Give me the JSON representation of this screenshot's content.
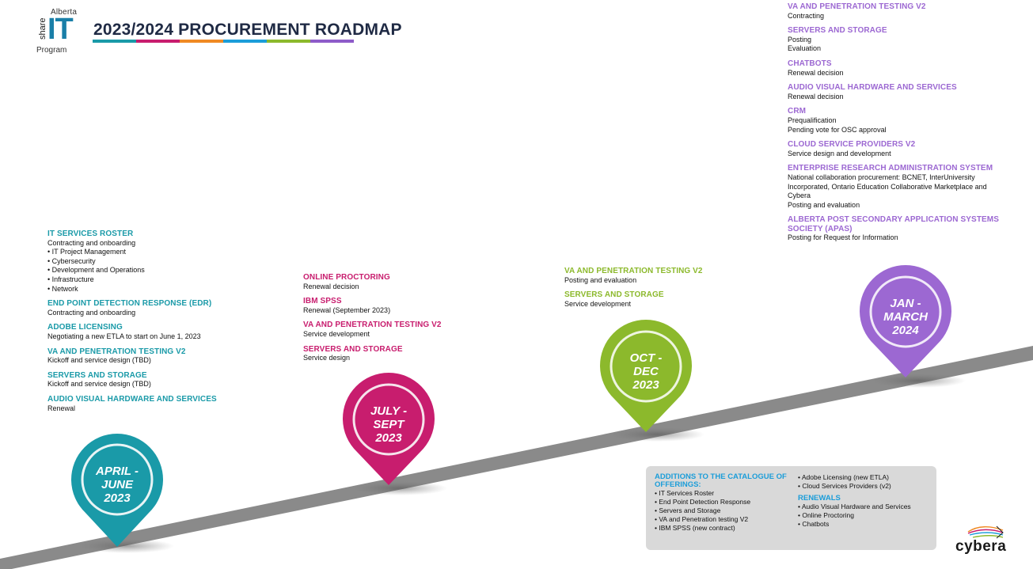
{
  "logo": {
    "top": "Alberta",
    "side": "share",
    "main": "IT",
    "bottom": "Program"
  },
  "title": "2023/2024 PROCUREMENT ROADMAP",
  "title_bar_colors": [
    "#1a9aa8",
    "#c81d6e",
    "#f08a24",
    "#1b9dd9",
    "#8cb92c",
    "#8e5cc9"
  ],
  "colors": {
    "teal": "#1a9aa8",
    "magenta": "#c81d6e",
    "green": "#8cb92c",
    "purple": "#9c68d2",
    "blue": "#1b9dd9",
    "road": "#8a8a8a"
  },
  "pins": {
    "q1": {
      "lines": [
        "APRIL -",
        "JUNE",
        "2023"
      ]
    },
    "q2": {
      "lines": [
        "JULY -",
        "SEPT",
        "2023"
      ]
    },
    "q3": {
      "lines": [
        "OCT -",
        "DEC",
        "2023"
      ]
    },
    "q4": {
      "lines": [
        "JAN -",
        "MARCH",
        "2024"
      ]
    }
  },
  "q1": [
    {
      "heading": "IT SERVICES ROSTER",
      "lines": [
        "Contracting and onboarding",
        "• IT Project Management",
        "• Cybersecurity",
        "• Development and Operations",
        "• Infrastructure",
        "• Network"
      ]
    },
    {
      "heading": "END POINT DETECTION RESPONSE (EDR)",
      "lines": [
        "Contracting and onboarding"
      ]
    },
    {
      "heading": "ADOBE LICENSING",
      "lines": [
        "Negotiating a new ETLA to start on June 1, 2023"
      ]
    },
    {
      "heading": "VA AND PENETRATION TESTING V2",
      "lines": [
        "Kickoff and service design (TBD)"
      ]
    },
    {
      "heading": "SERVERS AND STORAGE",
      "lines": [
        "Kickoff and service design (TBD)"
      ]
    },
    {
      "heading": "AUDIO VISUAL HARDWARE AND SERVICES",
      "lines": [
        "Renewal"
      ]
    }
  ],
  "q2": [
    {
      "heading": "ONLINE PROCTORING",
      "lines": [
        "Renewal decision"
      ]
    },
    {
      "heading": "IBM SPSS",
      "lines": [
        "Renewal (September 2023)"
      ]
    },
    {
      "heading": "VA AND PENETRATION TESTING V2",
      "lines": [
        "Service development"
      ]
    },
    {
      "heading": "SERVERS AND STORAGE",
      "lines": [
        "Service design"
      ]
    }
  ],
  "q3": [
    {
      "heading": "VA AND PENETRATION TESTING V2",
      "lines": [
        "Posting and evaluation"
      ]
    },
    {
      "heading": "SERVERS AND STORAGE",
      "lines": [
        "Service development"
      ]
    }
  ],
  "q4": [
    {
      "heading": "VA AND PENETRATION TESTING V2",
      "lines": [
        "Contracting"
      ]
    },
    {
      "heading": "SERVERS AND STORAGE",
      "lines": [
        "Posting",
        "Evaluation"
      ]
    },
    {
      "heading": "CHATBOTS",
      "lines": [
        "Renewal decision"
      ]
    },
    {
      "heading": "AUDIO VISUAL HARDWARE AND SERVICES",
      "lines": [
        "Renewal decision"
      ]
    },
    {
      "heading": "CRM",
      "lines": [
        "Prequalification",
        "Pending vote for OSC approval"
      ]
    },
    {
      "heading": "CLOUD SERVICE PROVIDERS V2",
      "lines": [
        "Service design and development"
      ]
    },
    {
      "heading": "ENTERPRISE RESEARCH ADMINISTRATION SYSTEM",
      "lines": [
        "National collaboration procurement: BCNET, InterUniversity",
        "Incorporated, Ontario Education Collaborative Marketplace and",
        "Cybera",
        "Posting and evaluation"
      ]
    },
    {
      "heading": "ALBERTA POST SECONDARY APPLICATION SYSTEMS SOCIETY (APAS)",
      "lines": [
        "Posting for Request for Information"
      ]
    }
  ],
  "additions": {
    "heading": "ADDITIONS TO THE CATALOGUE OF OFFERINGS:",
    "items": [
      "• IT Services Roster",
      "• End Point Detection Response",
      "• Servers and Storage",
      "• VA and Penetration testing V2",
      "• IBM SPSS (new contract)"
    ],
    "items2": [
      "• Adobe Licensing (new ETLA)",
      "• Cloud Services Providers (v2)"
    ],
    "renewals_heading": "RENEWALS",
    "renewals": [
      "• Audio Visual Hardware and Services",
      "• Online Proctoring",
      "• Chatbots"
    ]
  },
  "brand": "cybera"
}
